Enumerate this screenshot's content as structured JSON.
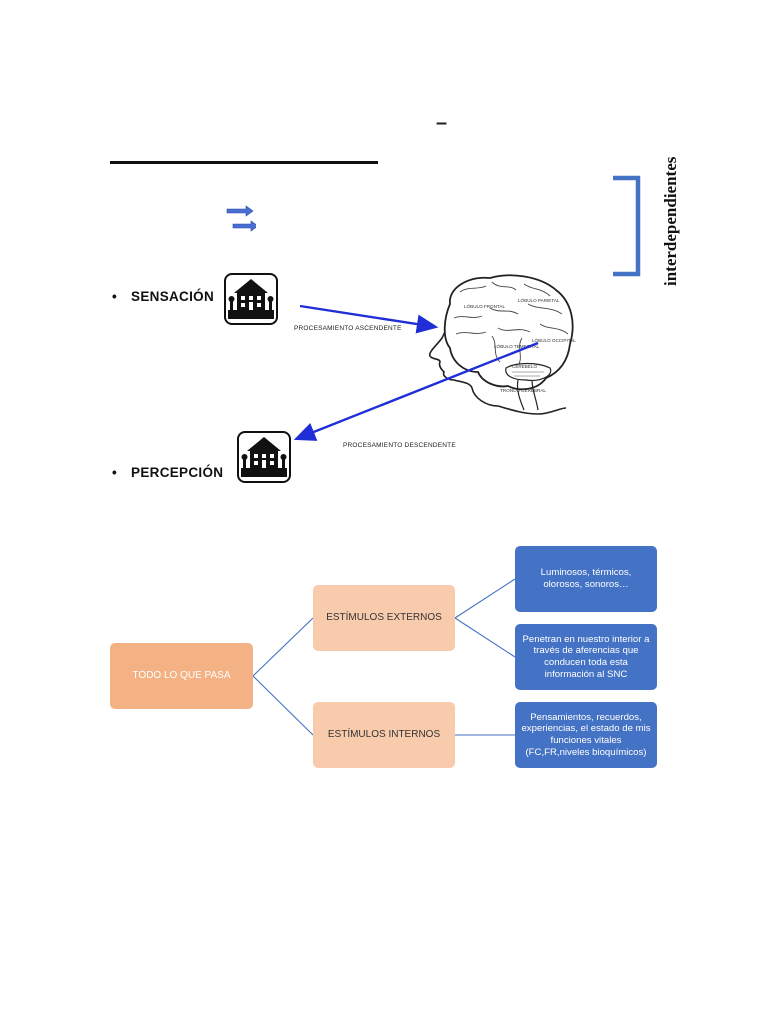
{
  "header": {
    "dash": "–",
    "vertical_word": "interdependientes"
  },
  "colors": {
    "arrow_blue": "#1f2ed6",
    "bracket_blue": "#4472c4",
    "root_fill": "#f4b183",
    "mid_fill": "#f8cbad",
    "leaf_fill": "#4472c4",
    "connector": "#4472c4"
  },
  "diagram": {
    "sensacion_label": "SENSACIÓN",
    "percepcion_label": "PERCEPCIÓN",
    "ascendente_label": "PROCESAMIENTO ASCENDENTE",
    "descendente_label": "PROCESAMIENTO DESCENDENTE",
    "brain_labels": {
      "frontal": "LÓBULO FRONTAL",
      "parietal": "LÓBULO PARIETAL",
      "temporal": "LÓBULO TEMPORAL",
      "occipital": "LÓBULO OCCIPITAL",
      "cerebelo": "CEREBELO",
      "tronco": "TRONCO CEREBRAL"
    },
    "icons": [
      "right-arrow-icon",
      "right-arrow-icon",
      "house-icon",
      "house-icon",
      "brain-head-icon"
    ]
  },
  "concept_map": {
    "root": "TODO LO QUE PASA",
    "externos": "ESTÍMULOS EXTERNOS",
    "internos": "ESTÍMULOS INTERNOS",
    "leaf1": "Luminosos, térmicos, olorosos, sonoros…",
    "leaf2": "Penetran en nuestro interior a través de aferencias que conducen toda esta información al SNC",
    "leaf3": "Pensamientos, recuerdos, experiencias, el estado de mis funciones vitales (FC,FR,niveles bioquímicos)"
  }
}
